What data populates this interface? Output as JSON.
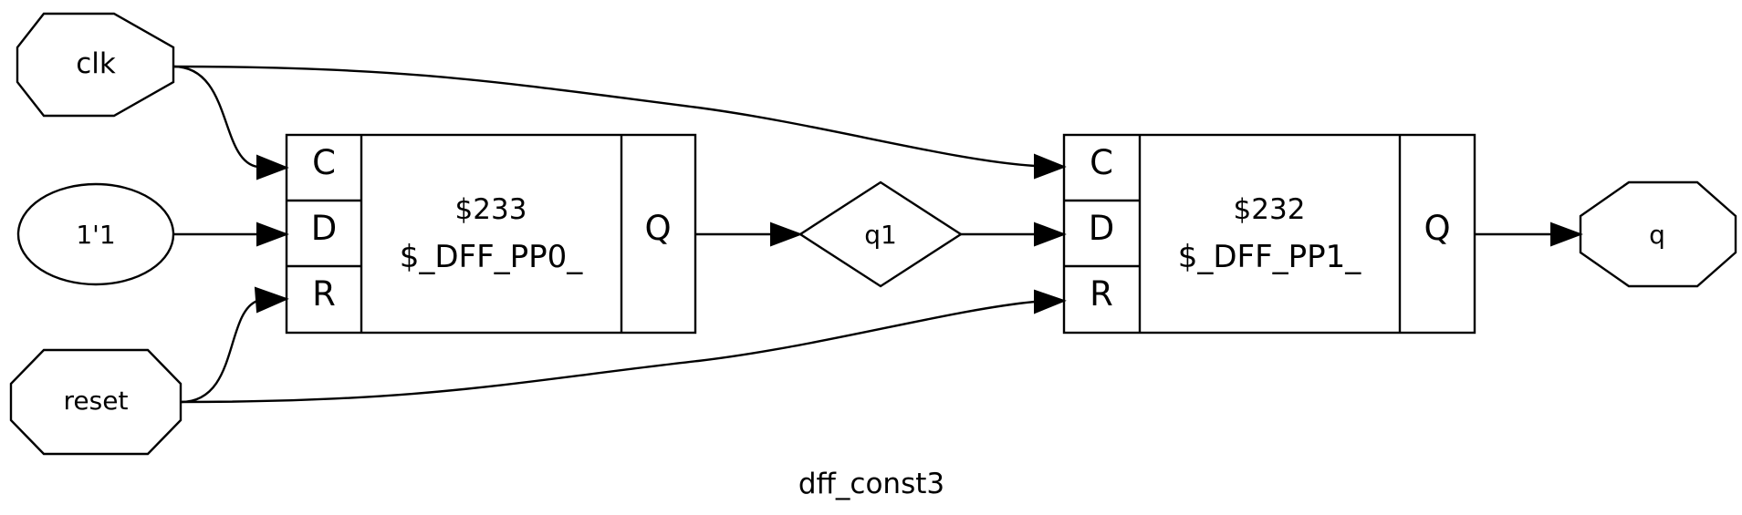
{
  "graph": {
    "title": "dff_const3"
  },
  "ports": {
    "clk": "clk",
    "reset": "reset",
    "const": "1'1",
    "q": "q"
  },
  "wires": {
    "q1": "q1"
  },
  "cells": {
    "dff0": {
      "id": "$233",
      "type": "$_DFF_PP0_",
      "pins": {
        "c": "C",
        "d": "D",
        "r": "R",
        "q": "Q"
      }
    },
    "dff1": {
      "id": "$232",
      "type": "$_DFF_PP1_",
      "pins": {
        "c": "C",
        "d": "D",
        "r": "R",
        "q": "Q"
      }
    }
  }
}
